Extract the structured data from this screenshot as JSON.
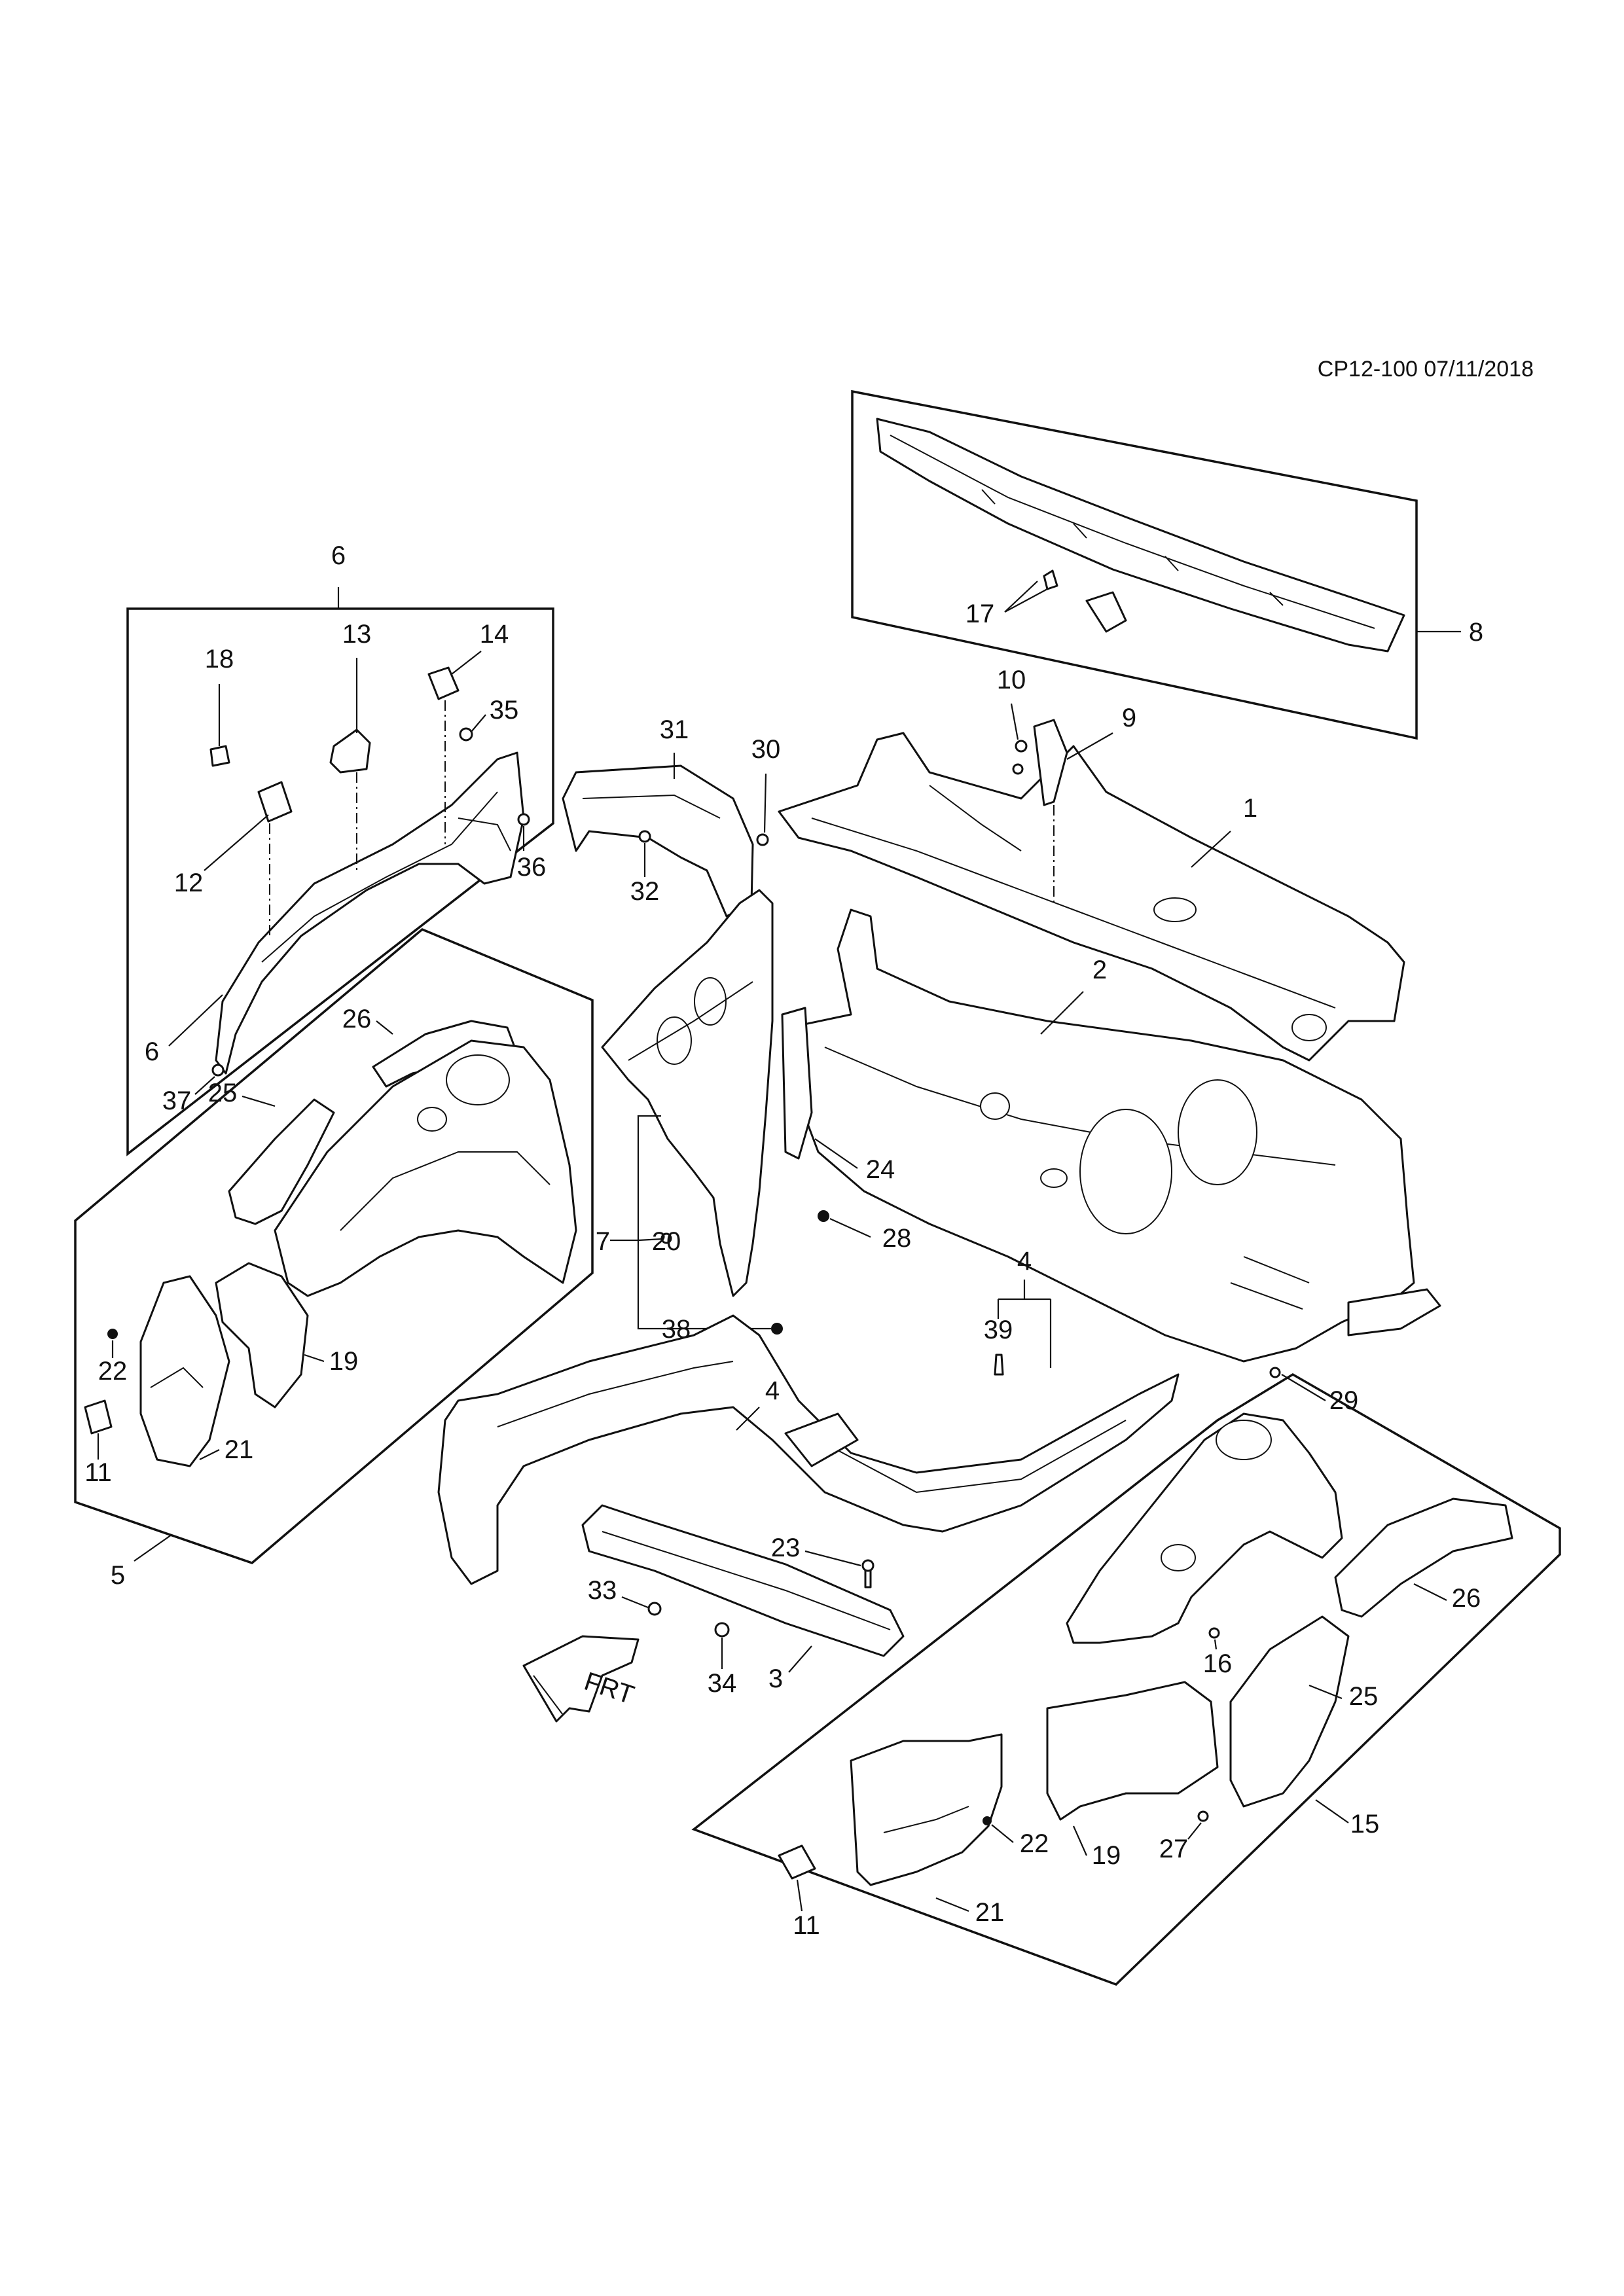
{
  "header": {
    "code": "CP12-100 07/11/2018"
  },
  "direction_arrow": {
    "label": "FRT"
  },
  "callouts": {
    "c1": "1",
    "c2": "2",
    "c3": "3",
    "c4a": "4",
    "c4b": "4",
    "c5": "5",
    "c6a": "6",
    "c6b": "6",
    "c7": "7",
    "c8": "8",
    "c9": "9",
    "c10": "10",
    "c11a": "11",
    "c11b": "11",
    "c12": "12",
    "c13": "13",
    "c14": "14",
    "c15": "15",
    "c16": "16",
    "c17": "17",
    "c18": "18",
    "c19a": "19",
    "c19b": "19",
    "c20": "20",
    "c21a": "21",
    "c21b": "21",
    "c22a": "22",
    "c22b": "22",
    "c23": "23",
    "c24": "24",
    "c25a": "25",
    "c25b": "25",
    "c26a": "26",
    "c26b": "26",
    "c27": "27",
    "c28": "28",
    "c29": "29",
    "c30": "30",
    "c31": "31",
    "c32": "32",
    "c33": "33",
    "c34": "34",
    "c35": "35",
    "c36": "36",
    "c37": "37",
    "c38": "38",
    "c39": "39"
  }
}
